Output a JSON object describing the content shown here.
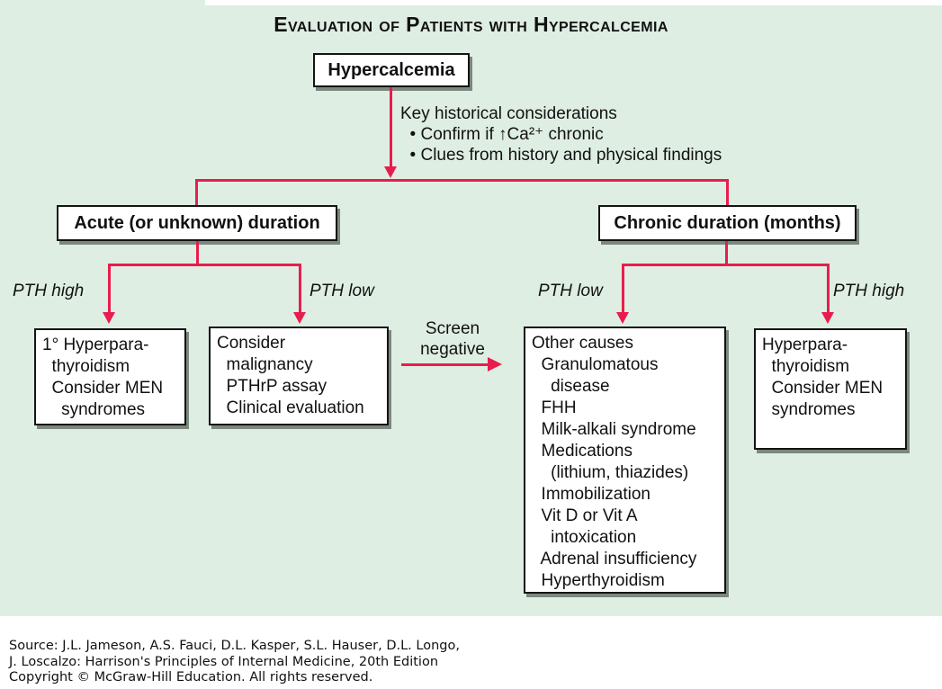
{
  "colors": {
    "background": "#dfeee3",
    "arrow": "#e81d4d"
  },
  "title": "Evaluation of Patients with Hypercalcemia",
  "flowchart": {
    "root": {
      "label": "Hypercalcemia"
    },
    "considerations": "Key historical considerations\n  • Confirm if ↑Ca²⁺ chronic\n  • Clues from history and physical findings",
    "branches": {
      "acute": {
        "label": "Acute (or unknown) duration",
        "pth_high": "PTH high",
        "pth_low": "PTH low"
      },
      "chronic": {
        "label": "Chronic duration (months)",
        "pth_low": "PTH low",
        "pth_high": "PTH high"
      }
    },
    "outcomes": {
      "primary_hpt": "1° Hyperpara-\n  thyroidism\n  Consider MEN\n    syndromes",
      "malignancy": "Consider\n  malignancy\n  PTHrP assay\n  Clinical evaluation",
      "other_causes": "Other causes\n  Granulomatous\n    disease\n  FHH\n  Milk-alkali syndrome\n  Medications\n    (lithium, thiazides)\n  Immobilization\n  Vit D or Vit A\n    intoxication\n  Adrenal insufficiency\n  Hyperthyroidism",
      "hpt": "Hyperpara-\n  thyroidism\n  Consider MEN\n  syndromes"
    },
    "screen_negative": "Screen\nnegative"
  },
  "source": "Source: J.L. Jameson, A.S. Fauci, D.L. Kasper, S.L. Hauser, D.L. Longo,\nJ. Loscalzo: Harrison's Principles of Internal Medicine, 20th Edition\nCopyright © McGraw-Hill Education. All rights reserved."
}
